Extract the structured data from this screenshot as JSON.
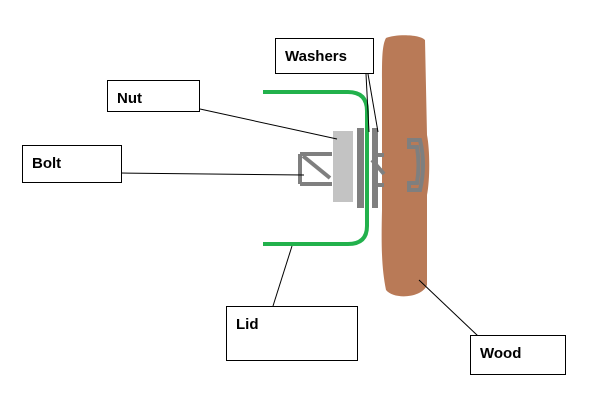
{
  "labels": {
    "washers": "Washers",
    "nut": "Nut",
    "bolt": "Bolt",
    "lid": "Lid",
    "wood": "Wood"
  },
  "colors": {
    "wood": "#b97a57",
    "lid": "#22b14c",
    "bolt": "#7f7f7f",
    "nut": "#c3c3c3",
    "washer": "#7f7f7f",
    "line": "#000000"
  }
}
